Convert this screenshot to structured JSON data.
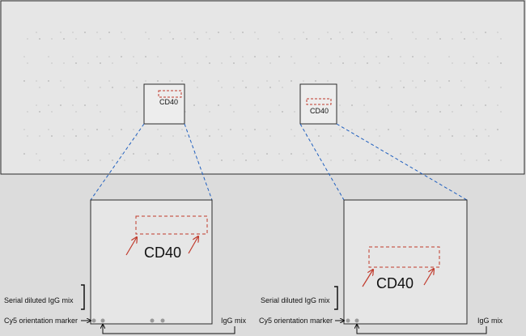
{
  "colors": {
    "background": "#dcdcdc",
    "array_fill": "#e6e6e6",
    "frame": "#2a2a2a",
    "spot": "#8a8a8a",
    "connector": "#1f5fbf",
    "highlight": "#c0392b"
  },
  "overview": {
    "roi_left_label": "CD40",
    "roi_right_label": "CD40"
  },
  "zoom_left": {
    "title": "CD40",
    "serial_label": "Serial diluted IgG mix",
    "marker_label": "Cy5 orientation marker",
    "igg_label": "IgG mix"
  },
  "zoom_right": {
    "title": "CD40",
    "serial_label": "Serial diluted IgG mix",
    "marker_label": "Cy5 orientation marker",
    "igg_label": "IgG mix"
  }
}
